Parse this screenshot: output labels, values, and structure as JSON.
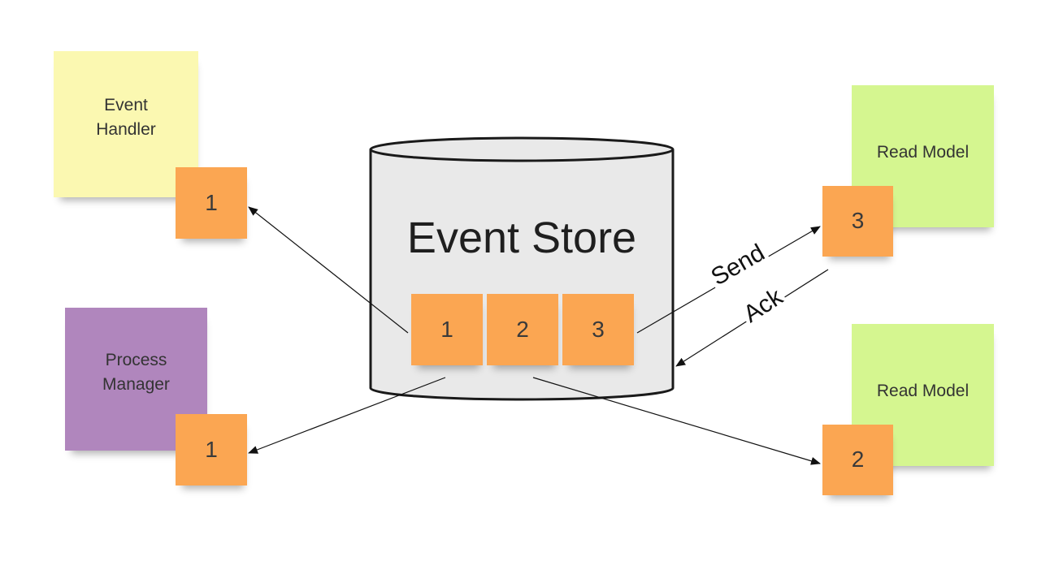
{
  "colors": {
    "event_handler_note": "#fbf8b1",
    "process_manager_note": "#b086bd",
    "read_model_note": "#d5f690",
    "event_note": "#fba652",
    "store_fill": "#e9e9e9",
    "store_stroke": "#1a1a1a",
    "arrow": "#111111"
  },
  "event_store": {
    "title": "Event Store",
    "events": [
      "1",
      "2",
      "3"
    ]
  },
  "event_handler": {
    "label": "Event\nHandler",
    "position": "1"
  },
  "process_manager": {
    "label": "Process\nManager",
    "position": "1"
  },
  "read_model_top": {
    "label": "Read Model",
    "position": "3"
  },
  "read_model_bottom": {
    "label": "Read Model",
    "position": "2"
  },
  "arrow_labels": {
    "send": "Send",
    "ack": "Ack"
  }
}
